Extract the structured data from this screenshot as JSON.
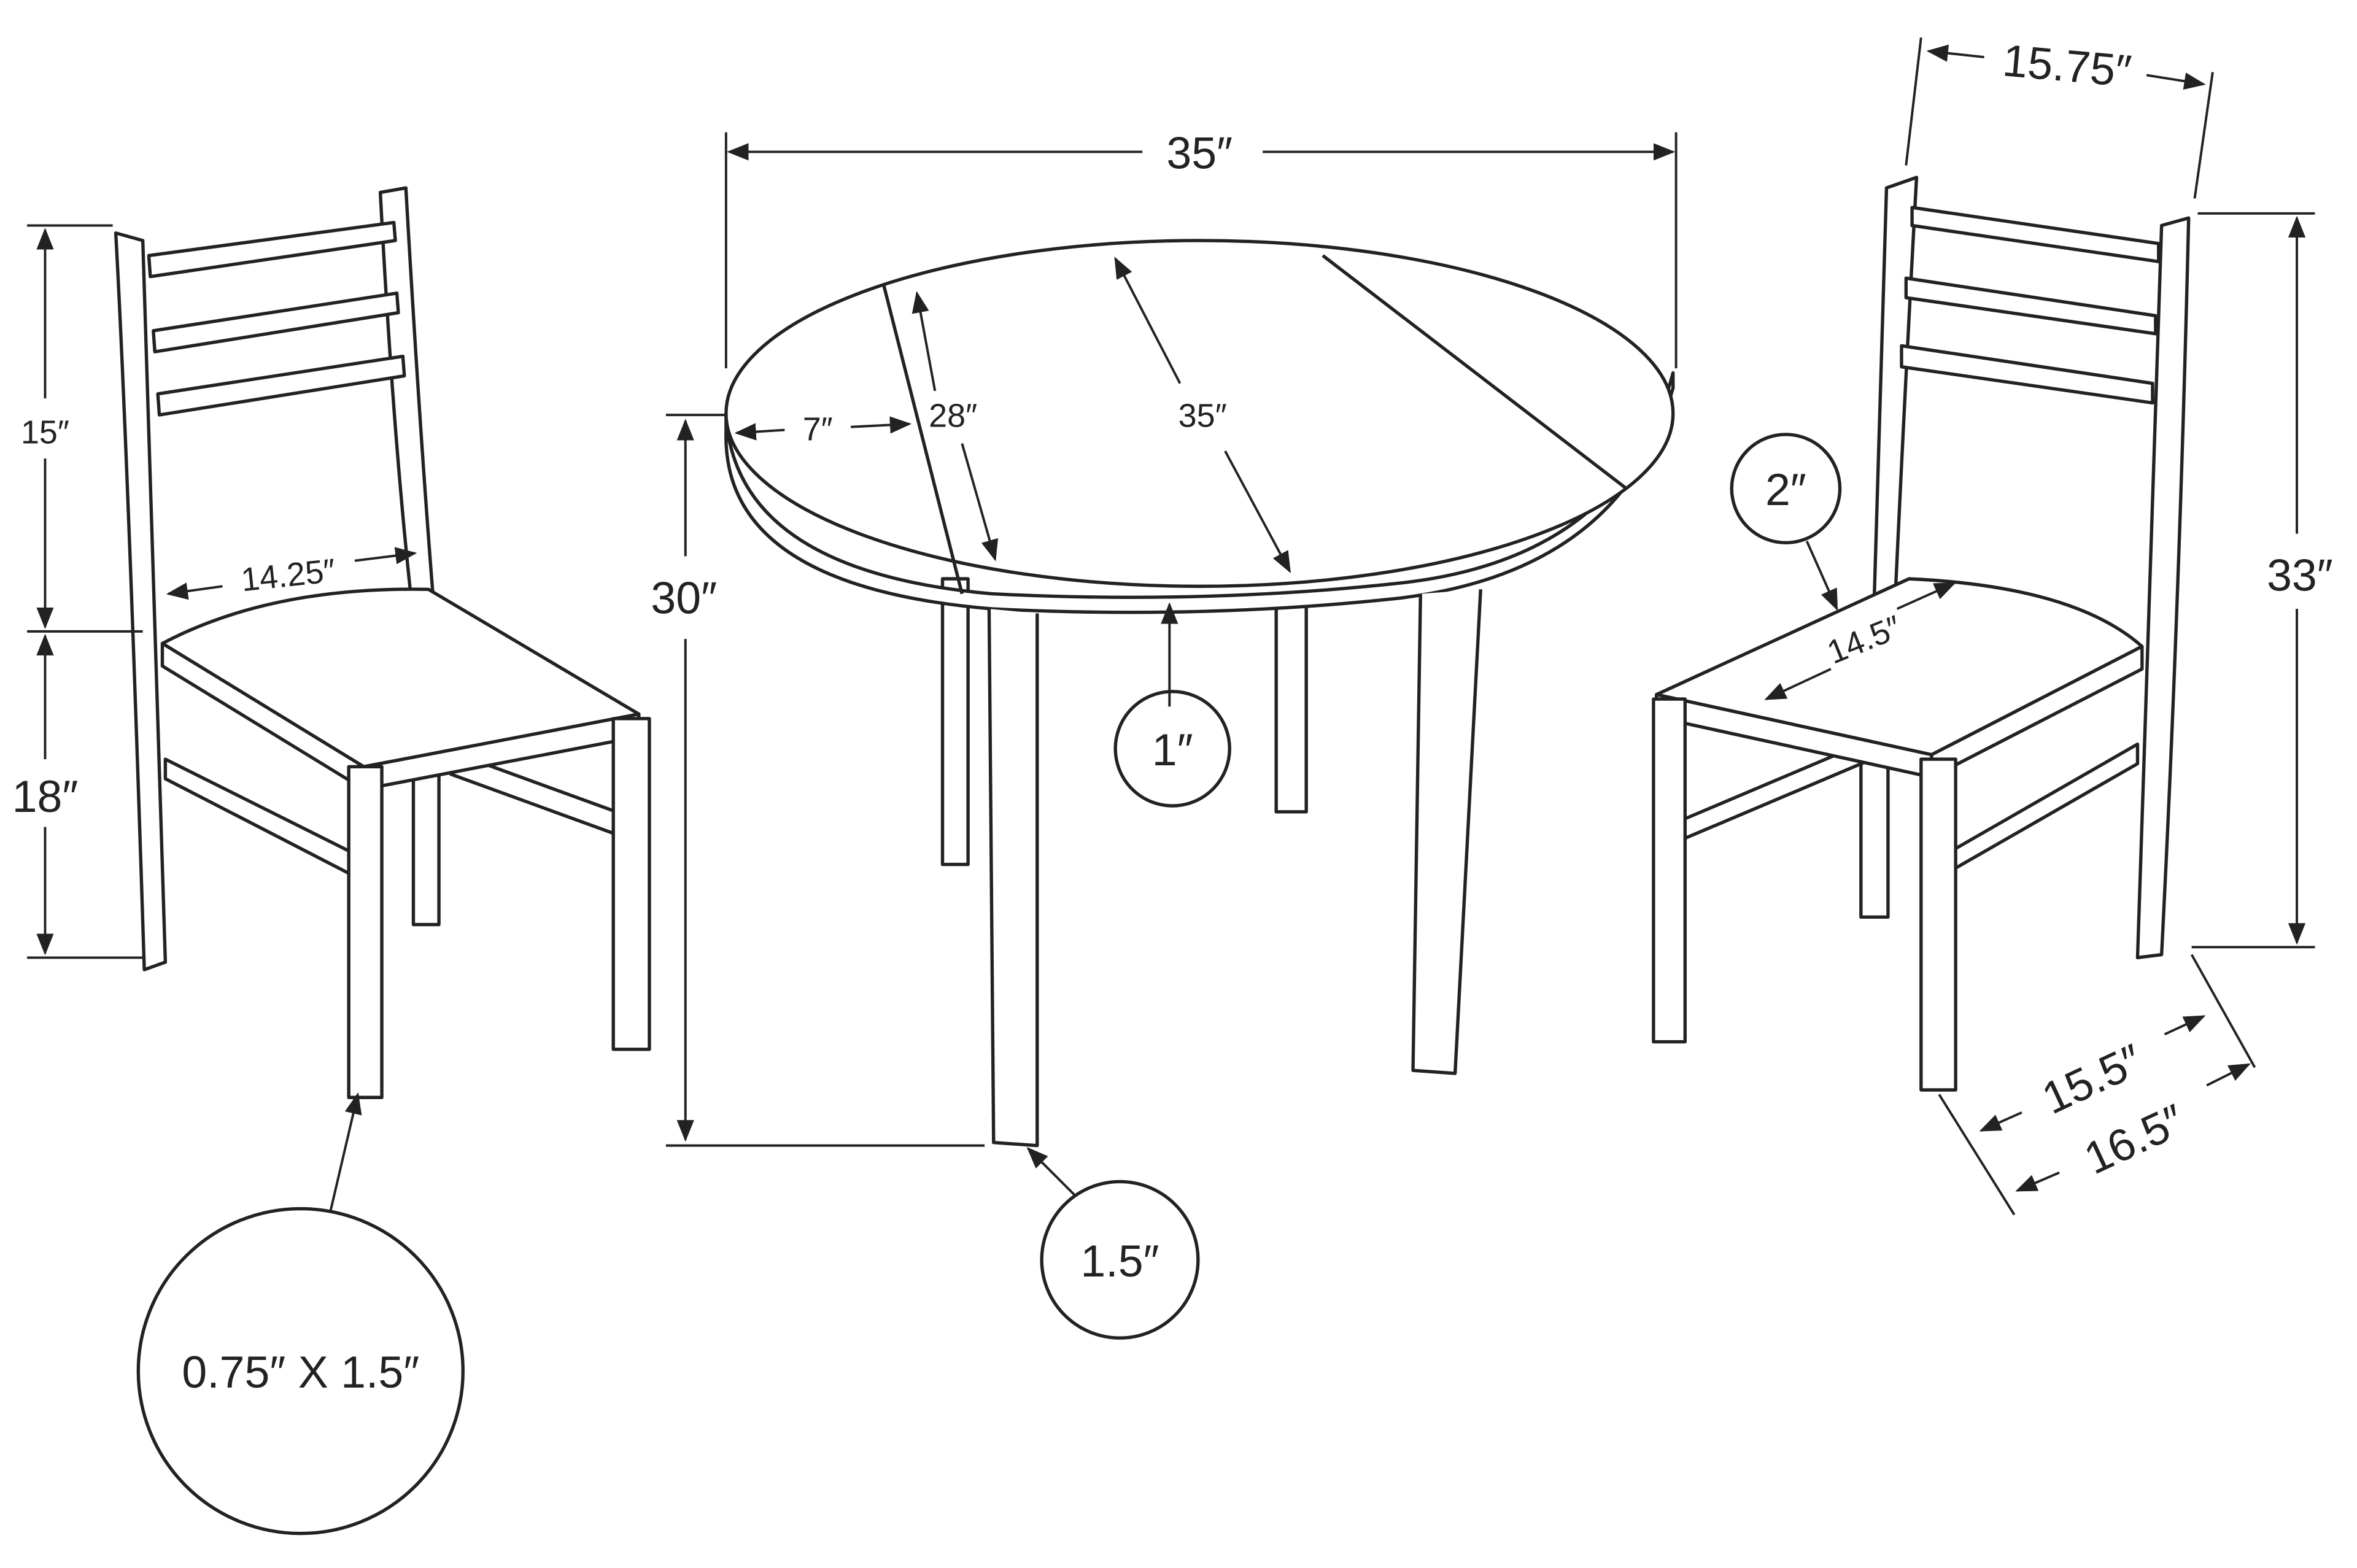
{
  "labels": {
    "table_width": "35″",
    "table_depth": "35″",
    "leaf_width": "7″",
    "leaf_length": "28″",
    "table_height": "30″",
    "top_thickness": "1″",
    "table_leg": "1.5″",
    "chair_back_height": "15″",
    "chair_seat_height": "18″",
    "chair_seat_width_left": "14.25″",
    "chair_leg": "0.75″ X 1.5″",
    "chair_top_width": "15.75″",
    "chair_total_height": "33″",
    "seat_thickness": "2″",
    "chair_seat_width_right": "14.5″",
    "chair_seat_depth": "15.5″",
    "chair_depth": "16.5″"
  },
  "colors": {
    "line": "#222222",
    "background": "#ffffff"
  }
}
